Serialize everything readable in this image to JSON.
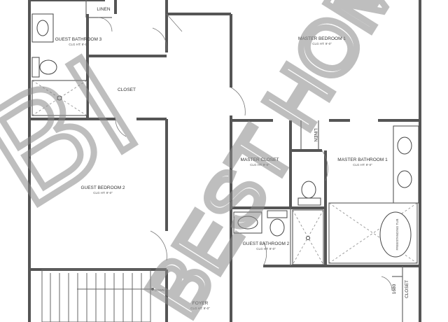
{
  "rooms": {
    "linen_top": {
      "name": "LINEN"
    },
    "guest_bath3": {
      "name": "GUEST BATHROOM 3",
      "ceiling": "CLG HT: 9'-0\""
    },
    "master_bed1": {
      "name": "MASTER BEDROOM 1",
      "ceiling": "CLG HT: 9'-0\""
    },
    "closet": {
      "name": "CLOSET"
    },
    "linen_mid": {
      "name": "LINEN"
    },
    "master_closet": {
      "name": "MASTER CLOSET",
      "ceiling": "CLG HT: 9'-0\""
    },
    "master_bath1": {
      "name": "MASTER BATHROOM 1",
      "ceiling": "CLG HT: 9'-0\""
    },
    "guest_bed2": {
      "name": "GUEST BEDROOM 2",
      "ceiling": "CLG HT: 9'-0\""
    },
    "freestanding_tub": {
      "name": "FREESTANDING TUB"
    },
    "guest_bath2": {
      "name": "GUEST BATHROOM 2",
      "ceiling": "CLG HT: 9'-0\""
    },
    "foyer": {
      "name": "FOYER",
      "ceiling": "CLG HT: 9'-0\""
    },
    "closet_right": {
      "name": "CLOSET"
    }
  },
  "stairs": {
    "label": "DOWN"
  },
  "dimension": {
    "value": "1680"
  },
  "watermark": {
    "letters_top": "BI",
    "letters_diag": "BEST HOMES"
  }
}
